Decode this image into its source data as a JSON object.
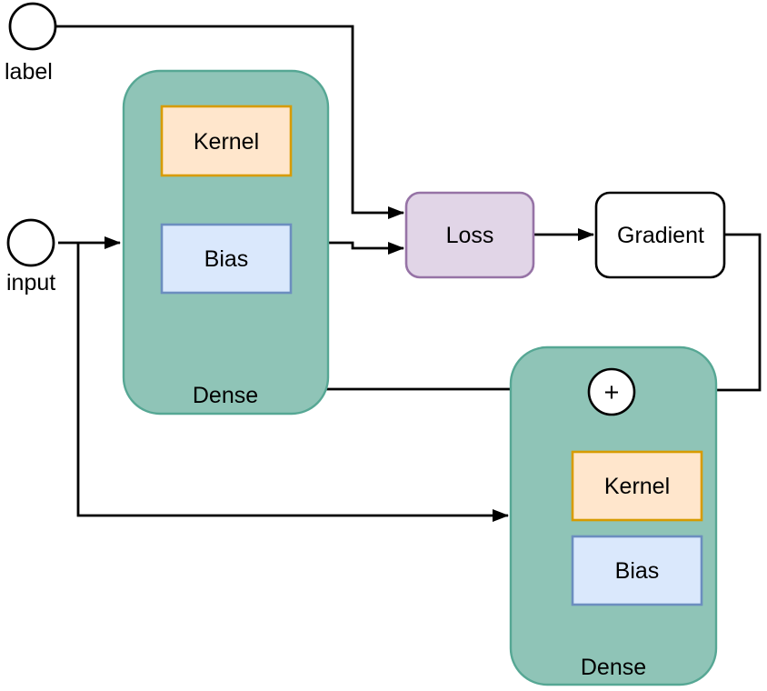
{
  "diagram": {
    "type": "flow-diagram",
    "description": "Neural network dense layer training flow with loss and gradient update",
    "ports": {
      "label_port": {
        "label": "label"
      },
      "input_port": {
        "label": "input"
      }
    },
    "nodes": {
      "dense_top": {
        "title": "Dense",
        "kernel_label": "Kernel",
        "bias_label": "Bias"
      },
      "loss": {
        "label": "Loss"
      },
      "gradient": {
        "label": "Gradient"
      },
      "dense_bottom": {
        "title": "Dense",
        "kernel_label": "Kernel",
        "bias_label": "Bias",
        "sum_symbol": "+"
      }
    },
    "colors": {
      "background": "#ffffff",
      "dense_fill": "#8fc4b7",
      "dense_stroke": "#56a794",
      "kernel_fill": "#ffe6cc",
      "kernel_stroke": "#d79b00",
      "bias_fill": "#dae8fc",
      "bias_stroke": "#6c8ebf",
      "loss_fill": "#e1d5e7",
      "loss_stroke": "#9673a6",
      "gradient_fill": "#ffffff",
      "gradient_stroke": "#000000",
      "edge_color": "#000000",
      "text_color": "#000000"
    },
    "edges": [
      {
        "from": "label port",
        "to": "Loss"
      },
      {
        "from": "Dense (top) output",
        "to": "Loss"
      },
      {
        "from": "Loss",
        "to": "Gradient"
      },
      {
        "from": "Gradient",
        "to": "+ (sum)"
      },
      {
        "from": "Kernel/Bias (top Dense)",
        "to": "+ (sum)"
      },
      {
        "from": "input port",
        "to": "Dense (top)"
      },
      {
        "from": "input port",
        "to": "Dense (bottom)"
      },
      {
        "from": "+ (sum)",
        "to": "Kernel (bottom Dense)"
      },
      {
        "from": "+ (sum)",
        "to": "Bias (bottom Dense)"
      }
    ]
  }
}
